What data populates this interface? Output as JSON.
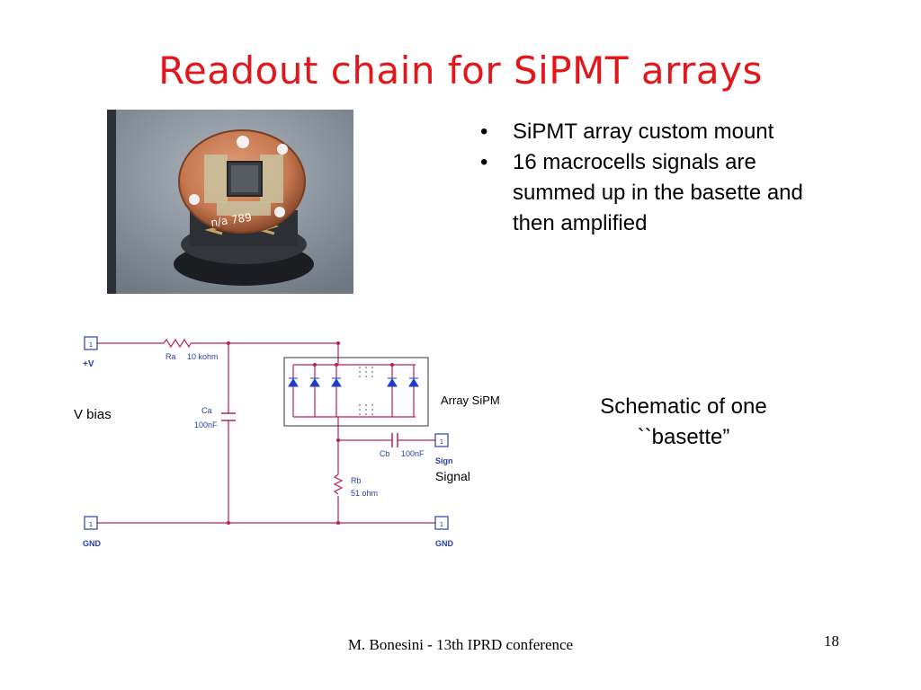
{
  "slide": {
    "title": "Readout chain for SiPMT arrays",
    "bullets": [
      "SiPMT array custom mount",
      "16 macrocells signals are summed up in the basette and then amplified"
    ],
    "photo_handwriting": "n/a 789",
    "caption_line1": "Schematic of one",
    "caption_line2": "``basette”",
    "footer": "M. Bonesini - 13th IPRD conference",
    "page_number": "18"
  },
  "schematic": {
    "port_number": "1",
    "vplus_label": "+V",
    "vbias_label": "V bias",
    "ra_label": "Ra",
    "ra_value": "10 kohm",
    "ca_label": "Ca",
    "ca_value": "100nF",
    "array_label": "Array SiPM",
    "cb_label": "Cb",
    "cb_value": "100nF",
    "sign_label": "Sign",
    "signal_label": "Signal",
    "rb_label": "Rb",
    "rb_value": "51 ohm",
    "gnd_label": "GND"
  },
  "colors": {
    "title": "#e0181c",
    "wire": "#b8205a",
    "port": "#2a3fa8",
    "diode": "#1a3fc8"
  }
}
